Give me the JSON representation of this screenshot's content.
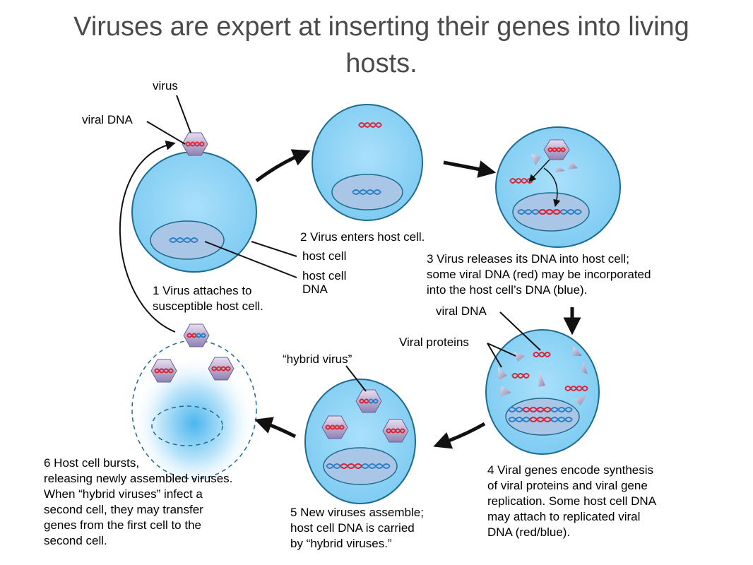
{
  "title": "Viruses are expert at inserting their genes into living hosts.",
  "labels": {
    "virus": "virus",
    "viral_dna_top": "viral DNA",
    "host_cell": "host cell",
    "host_cell_dna": "host cell\nDNA",
    "viral_dna_step4": "viral DNA",
    "viral_proteins": "Viral proteins",
    "hybrid_virus": "“hybrid virus”"
  },
  "steps": [
    {
      "text": "1 Virus attaches to\nsusceptible host cell."
    },
    {
      "text": "2 Virus enters host cell."
    },
    {
      "text": "3 Virus releases its DNA into host cell;\nsome viral DNA (red) may be incorporated\ninto the host cell’s DNA (blue)."
    },
    {
      "text": "4 Viral genes encode synthesis\nof viral proteins and viral gene\nreplication. Some host cell DNA\nmay attach to replicated viral\nDNA (red/blue)."
    },
    {
      "text": "5 New viruses assemble;\nhost cell DNA is carried\nby “hybrid viruses.”"
    },
    {
      "text": "6 Host cell bursts,\nreleasing newly assembled viruses.\nWhen “hybrid viruses” infect a\nsecond cell, they may transfer\ngenes from the first cell to the\nsecond cell."
    }
  ],
  "colors": {
    "cell_fill": "#8fd3f5",
    "cell_stroke": "#1f6b8e",
    "nucleus_fill": "#aac6e6",
    "viral_dna": "#d9263a",
    "host_dna": "#2b7fc4",
    "capsid": "#c4b8d8"
  }
}
